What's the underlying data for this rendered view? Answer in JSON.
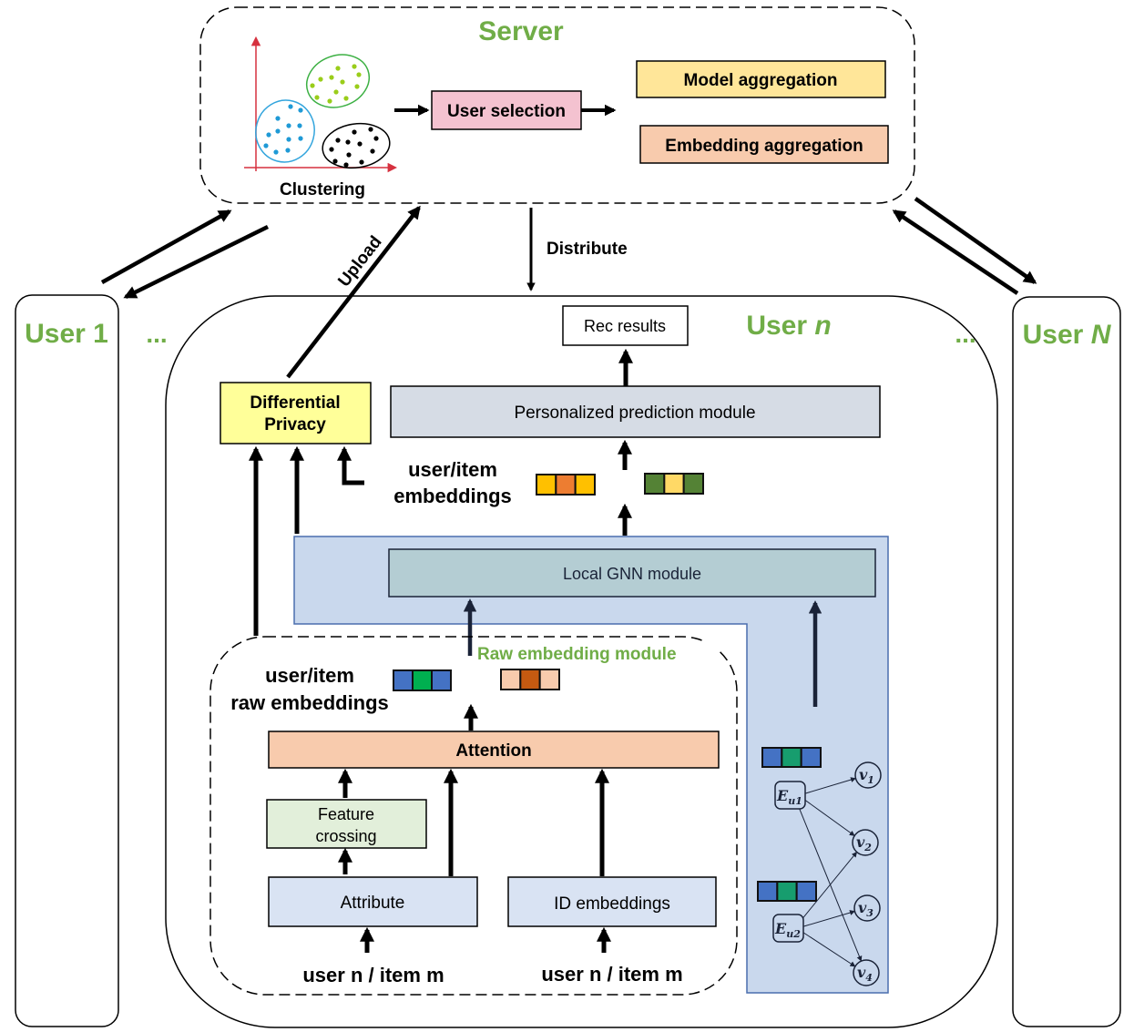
{
  "server": {
    "title": "Server",
    "clustering_label": "Clustering",
    "user_selection": "User selection",
    "model_aggregation": "Model aggregation",
    "embedding_aggregation": "Embedding aggregation",
    "clusters": [
      {
        "name": "cluster-blue",
        "color": "#1f9ad6",
        "ring": "#33a5dd"
      },
      {
        "name": "cluster-green",
        "color": "#9acd1a",
        "ring": "#3cb043"
      },
      {
        "name": "cluster-black",
        "color": "#000000",
        "ring": "#000000"
      }
    ]
  },
  "arrows": {
    "upload": "Upload",
    "distribute": "Distribute"
  },
  "users": {
    "user1": "User 1",
    "ellipsis_left": "...",
    "user_n_prefix": "User ",
    "user_n_var": "n",
    "ellipsis_right": "...",
    "userN_prefix": "User ",
    "userN_var": "N"
  },
  "user_n_panel": {
    "rec_results": "Rec results",
    "personalized_prediction": "Personalized prediction module",
    "differential_privacy_line1": "Differential",
    "differential_privacy_line2": "Privacy",
    "embeddings_line1": "user/item",
    "embeddings_line2": "embeddings",
    "local_gnn": "Local GNN module",
    "raw_embedding_module": "Raw embedding module",
    "raw_embeddings_line1": "user/item",
    "raw_embeddings_line2": "raw embeddings",
    "attention": "Attention",
    "feature_crossing_line1": "Feature",
    "feature_crossing_line2": "crossing",
    "attribute": "Attribute",
    "id_embeddings": "ID embeddings",
    "input_left": "user n / item m",
    "input_right": "user n / item m"
  },
  "embedding_vectors": {
    "user_item_left": [
      "#ffc000",
      "#ed7d31",
      "#ffc000"
    ],
    "user_item_right": [
      "#548235",
      "#ffd966",
      "#548235"
    ],
    "raw_left": [
      "#4472c4",
      "#00b050",
      "#4472c4"
    ],
    "raw_right": [
      "#f8cbad",
      "#c55a11",
      "#f8cbad"
    ],
    "graph_u1": [
      "#4472c4",
      "#179d6e",
      "#4472c4"
    ],
    "graph_u2": [
      "#4472c4",
      "#179d6e",
      "#4472c4"
    ]
  },
  "graph": {
    "user_nodes": [
      {
        "label": "E",
        "sub": "u1"
      },
      {
        "label": "E",
        "sub": "u2"
      }
    ],
    "item_nodes": [
      {
        "label": "v",
        "sub": "1"
      },
      {
        "label": "v",
        "sub": "2"
      },
      {
        "label": "v",
        "sub": "3"
      },
      {
        "label": "v",
        "sub": "4"
      }
    ],
    "edges": [
      [
        "u1",
        "v1"
      ],
      [
        "u1",
        "v2"
      ],
      [
        "u1",
        "v4"
      ],
      [
        "u2",
        "v2"
      ],
      [
        "u2",
        "v3"
      ],
      [
        "u2",
        "v4"
      ]
    ]
  },
  "colors": {
    "accent_green": "#70ad47",
    "user_selection_fill": "#f4c2d0",
    "model_aggregation_fill": "#ffe699",
    "embedding_aggregation_fill": "#f8cbad",
    "differential_privacy_fill": "#ffff99",
    "prediction_fill": "#d6dce5",
    "gnn_region_fill": "#c9d8ed",
    "gnn_box_fill": "#b4cdd3",
    "attention_fill": "#f8cbad",
    "feature_crossing_fill": "#e2efda",
    "attribute_fill": "#d9e3f3"
  }
}
